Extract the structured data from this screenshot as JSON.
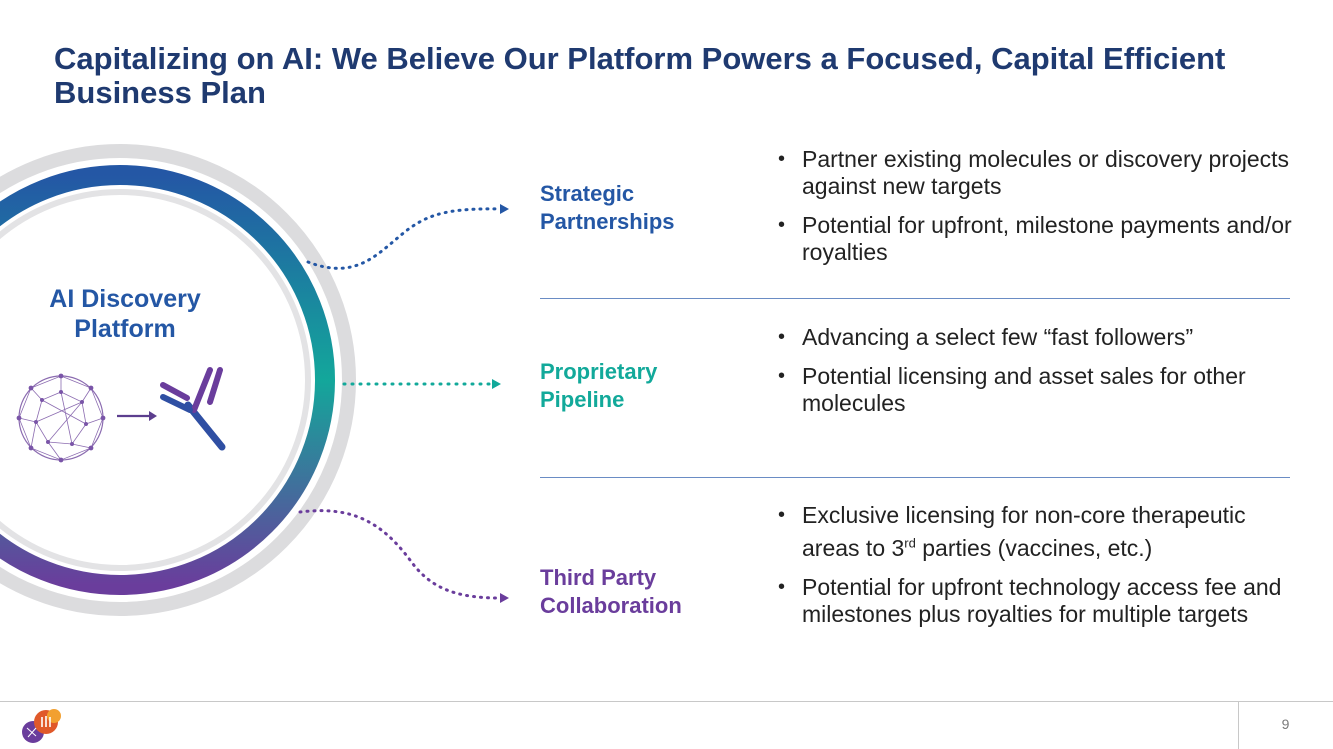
{
  "title": "Capitalizing on AI: We Believe Our Platform Powers a Focused, Capital Efficient Business Plan",
  "platform": {
    "label_line1": "AI Discovery",
    "label_line2": "Platform"
  },
  "sections": [
    {
      "label_line1": "Strategic",
      "label_line2": "Partnerships",
      "color": "#2457a5",
      "bullets": [
        "Partner existing molecules or discovery projects against new targets",
        "Potential for upfront, milestone payments and/or royalties"
      ]
    },
    {
      "label_line1": "Proprietary",
      "label_line2": "Pipeline",
      "color": "#12a99a",
      "bullets": [
        "Advancing a select few “fast followers”",
        "Potential licensing and asset sales for other molecules"
      ]
    },
    {
      "label_line1": "Third Party",
      "label_line2": "Collaboration",
      "color": "#6a3d9c",
      "bullets": [
        {
          "before": "Exclusive licensing for non-core therapeutic areas to 3",
          "sup": "rd",
          "after": " parties (vaccines, etc.)"
        },
        "Potential for upfront technology access fee and milestones plus royalties for multiple targets"
      ]
    }
  ],
  "bullet_glyph": "•",
  "footer": {
    "page_number": "9"
  },
  "icons": [
    "polyhedron-molecule-icon",
    "arrow-right-icon",
    "antibody-icon",
    "company-logo-icon"
  ]
}
